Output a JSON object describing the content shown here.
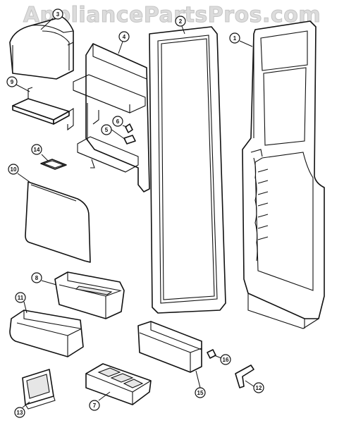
{
  "watermark": "AppliancePartsPros.com",
  "callouts": [
    {
      "id": "1",
      "label": "1"
    },
    {
      "id": "2",
      "label": "2"
    },
    {
      "id": "3",
      "label": "3"
    },
    {
      "id": "4",
      "label": "4"
    },
    {
      "id": "5",
      "label": "5"
    },
    {
      "id": "6",
      "label": "6"
    },
    {
      "id": "7",
      "label": "7"
    },
    {
      "id": "8",
      "label": "8"
    },
    {
      "id": "9",
      "label": "9"
    },
    {
      "id": "10",
      "label": "10"
    },
    {
      "id": "11",
      "label": "11"
    },
    {
      "id": "12",
      "label": "12"
    },
    {
      "id": "13",
      "label": "13"
    },
    {
      "id": "14",
      "label": "14"
    },
    {
      "id": "15",
      "label": "15"
    },
    {
      "id": "16",
      "label": "16"
    }
  ]
}
